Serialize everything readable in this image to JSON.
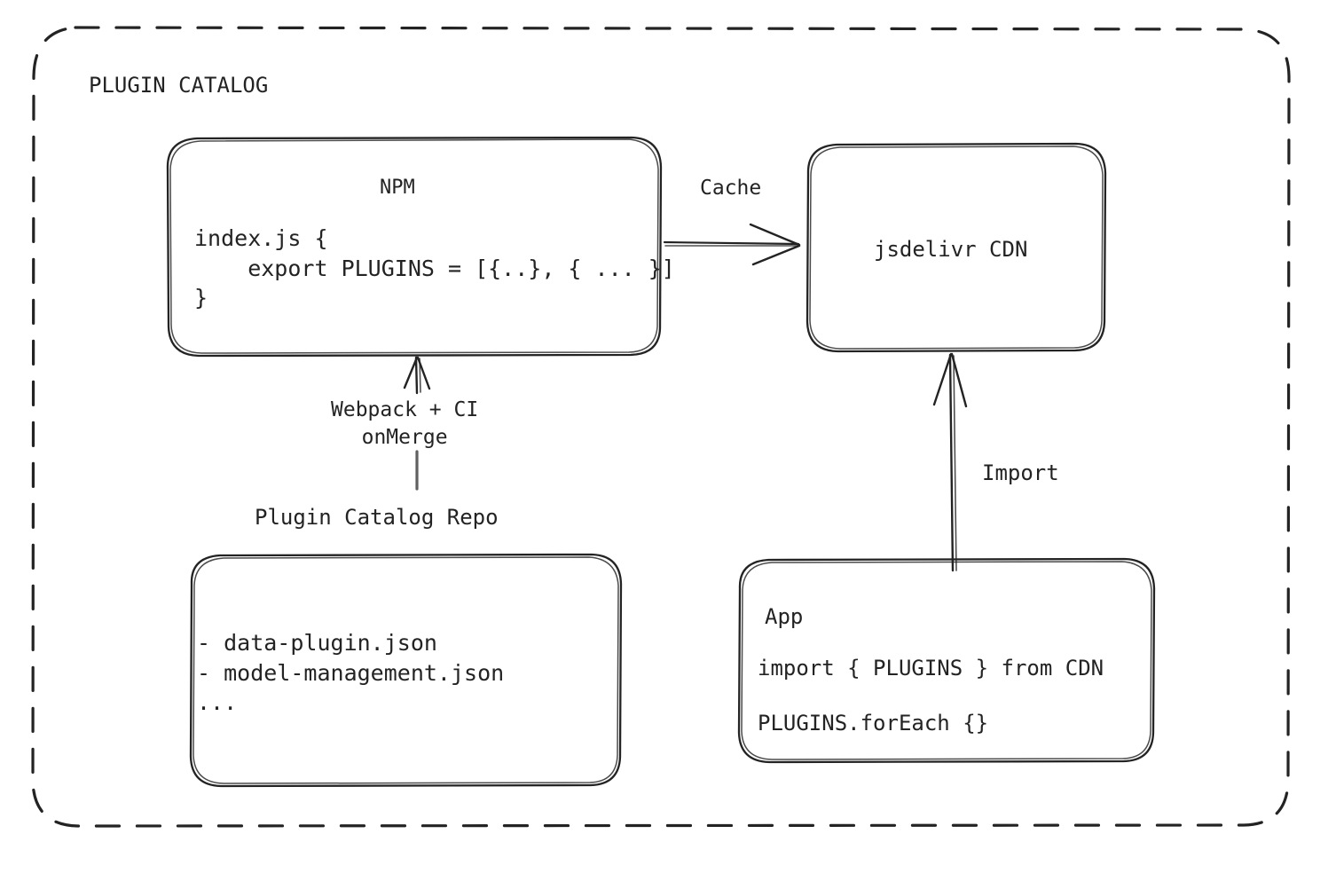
{
  "diagram": {
    "type": "architecture-flow",
    "container_label": "PLUGIN CATALOG",
    "stroke_color": "#232323",
    "background_color": "#ffffff",
    "boundary_style": "dashed-rounded-rectangle",
    "nodes": {
      "npm": {
        "title": "NPM",
        "code": "index.js {\n    export PLUGINS = [{..}, { ... }]\n}"
      },
      "cdn": {
        "title": "jsdelivr CDN"
      },
      "repo": {
        "title": "Plugin Catalog Repo",
        "files": "- data-plugin.json\n- model-management.json\n..."
      },
      "app": {
        "title": "App",
        "code_line_1": "import { PLUGINS } from CDN",
        "code_line_2": "PLUGINS.forEach {}"
      }
    },
    "edges": {
      "cache": {
        "label": "Cache",
        "from": "npm",
        "to": "cdn",
        "direction": "right"
      },
      "build": {
        "label": "Webpack + CI\nonMerge",
        "from": "repo",
        "to": "npm",
        "direction": "up"
      },
      "import": {
        "label": "Import",
        "from": "app",
        "to": "cdn",
        "direction": "up"
      }
    }
  }
}
